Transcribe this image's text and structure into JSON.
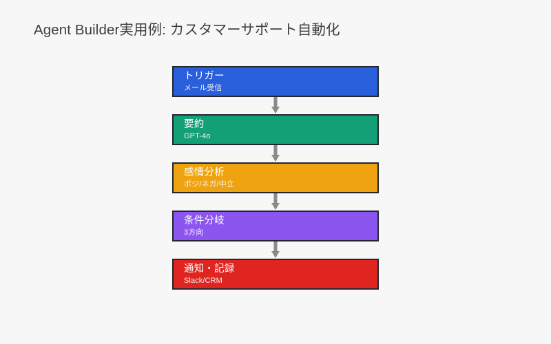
{
  "slide": {
    "title": "Agent Builder実用例: カスタマーサポート自動化",
    "background_color": "#f7f7f7",
    "title_color": "#3c4043"
  },
  "flow": {
    "orientation": "vertical",
    "connector_icon": "arrow-down-icon",
    "connector_color": "#8a8a8a",
    "box_border_color": "#22272f",
    "steps": [
      {
        "title": "トリガー",
        "subtitle": "メール受信",
        "color": "#2a5fdb"
      },
      {
        "title": "要約",
        "subtitle": "GPT-4o",
        "color": "#14a077"
      },
      {
        "title": "感情分析",
        "subtitle": "ポジ/ネガ/中立",
        "color": "#f0a310"
      },
      {
        "title": "条件分岐",
        "subtitle": "3方向",
        "color": "#8c55f0"
      },
      {
        "title": "通知・記録",
        "subtitle": "Slack/CRM",
        "color": "#e02521"
      }
    ]
  }
}
